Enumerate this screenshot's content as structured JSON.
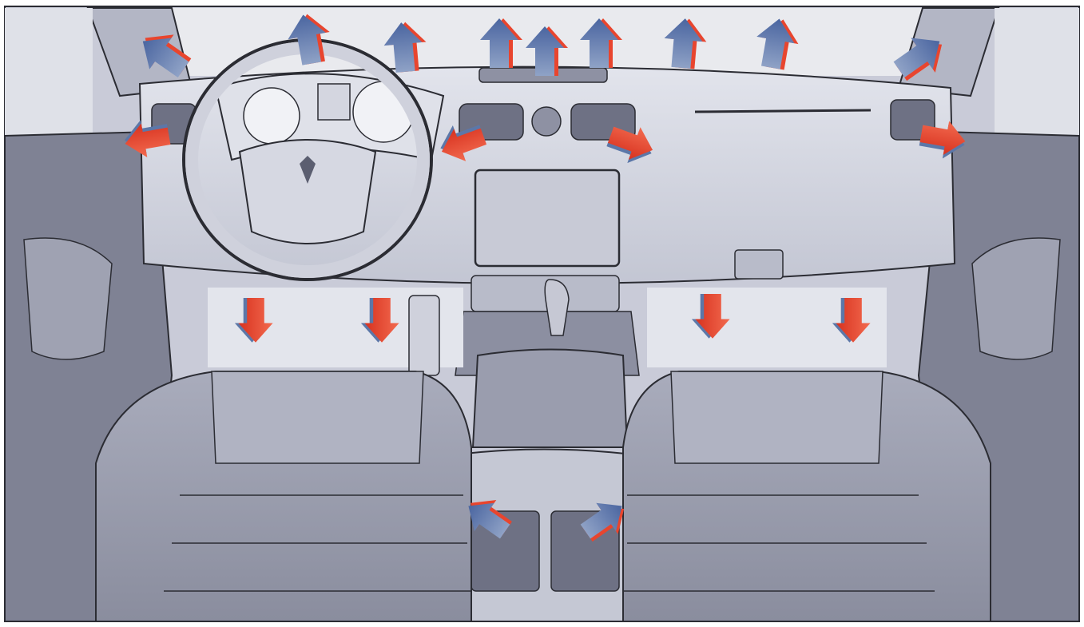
{
  "diagram": {
    "subject": "vehicle-interior-climate-airflow",
    "colors": {
      "background": "#ffffff",
      "interior_light": "#d9dbe6",
      "interior_mid": "#b9bccb",
      "interior_dark": "#8e91a3",
      "outline": "#2b2c33",
      "windshield": "#e9eaee",
      "arrow_warm": "#e8452e",
      "arrow_cool": "#5c77a8"
    },
    "airflow_arrows": [
      {
        "id": "defrost-left-1",
        "zone": "windshield",
        "icon": "arrow-up-icon"
      },
      {
        "id": "defrost-left-2",
        "zone": "windshield",
        "icon": "arrow-up-icon"
      },
      {
        "id": "defrost-center-1",
        "zone": "windshield",
        "icon": "arrow-up-icon"
      },
      {
        "id": "defrost-center-2",
        "zone": "windshield",
        "icon": "arrow-up-icon"
      },
      {
        "id": "defrost-center-3",
        "zone": "windshield",
        "icon": "arrow-up-icon"
      },
      {
        "id": "defrost-right-1",
        "zone": "windshield",
        "icon": "arrow-up-icon"
      },
      {
        "id": "defrost-right-2",
        "zone": "windshield",
        "icon": "arrow-up-icon"
      },
      {
        "id": "side-window-left",
        "zone": "side-window",
        "icon": "arrow-curve-icon"
      },
      {
        "id": "side-window-right",
        "zone": "side-window",
        "icon": "arrow-curve-icon"
      },
      {
        "id": "vent-left-outer",
        "zone": "dashboard-vent",
        "icon": "arrow-side-icon"
      },
      {
        "id": "vent-center-left",
        "zone": "dashboard-vent",
        "icon": "arrow-side-icon"
      },
      {
        "id": "vent-center-right",
        "zone": "dashboard-vent",
        "icon": "arrow-side-icon"
      },
      {
        "id": "vent-right-outer",
        "zone": "dashboard-vent",
        "icon": "arrow-side-icon"
      },
      {
        "id": "footwell-driver-left",
        "zone": "footwell",
        "icon": "arrow-down-icon"
      },
      {
        "id": "footwell-driver-right",
        "zone": "footwell",
        "icon": "arrow-down-icon"
      },
      {
        "id": "footwell-passenger-left",
        "zone": "footwell",
        "icon": "arrow-down-icon"
      },
      {
        "id": "footwell-passenger-right",
        "zone": "footwell",
        "icon": "arrow-down-icon"
      },
      {
        "id": "rear-vent-left",
        "zone": "rear-console-vent",
        "icon": "arrow-curve-icon"
      },
      {
        "id": "rear-vent-right",
        "zone": "rear-console-vent",
        "icon": "arrow-curve-icon"
      }
    ]
  }
}
